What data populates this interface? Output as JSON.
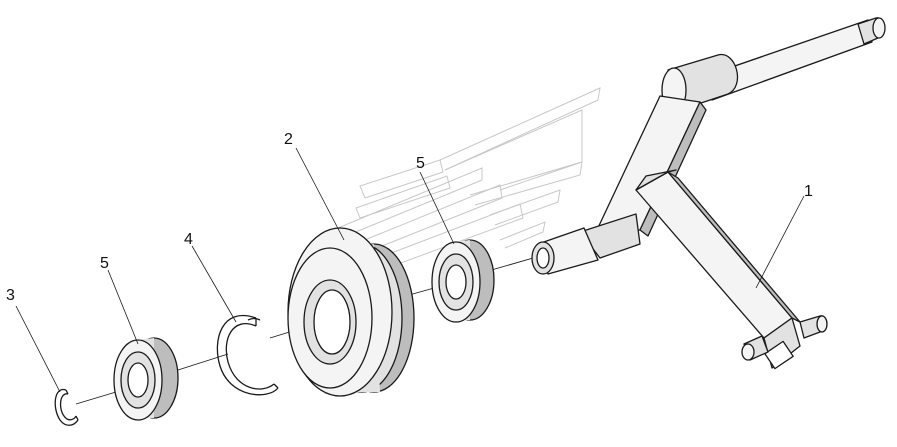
{
  "callouts": [
    {
      "id": "1",
      "text": "1"
    },
    {
      "id": "2",
      "text": "2"
    },
    {
      "id": "3",
      "text": "3"
    },
    {
      "id": "4",
      "text": "4"
    },
    {
      "id": "5a",
      "text": "5"
    },
    {
      "id": "5b",
      "text": "5"
    }
  ],
  "colors": {
    "line": "#1a1a1a",
    "fill_light": "#f4f4f4",
    "fill_mid": "#e2e2e2",
    "fill_dark": "#bdbdbd",
    "watermark": "#c8c8c8"
  }
}
